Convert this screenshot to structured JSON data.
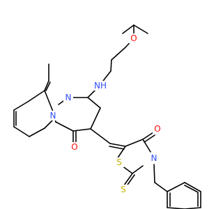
{
  "molecule": {
    "colors": {
      "bond": "#000000",
      "nitrogen": "#3050F8",
      "oxygen": "#FF0D0D",
      "sulfur": "#C8B400",
      "background": "#ffffff"
    },
    "atom_labels": {
      "ether_oxygen": "O",
      "amine_nh": "NH",
      "pyrimidine_n": "N",
      "bridgehead_n": "N",
      "pyrimidinone_o": "O",
      "thiazolidinone_o": "O",
      "ring_sulfur": "S",
      "thiazolidine_n": "N",
      "thione_s": "S"
    }
  }
}
